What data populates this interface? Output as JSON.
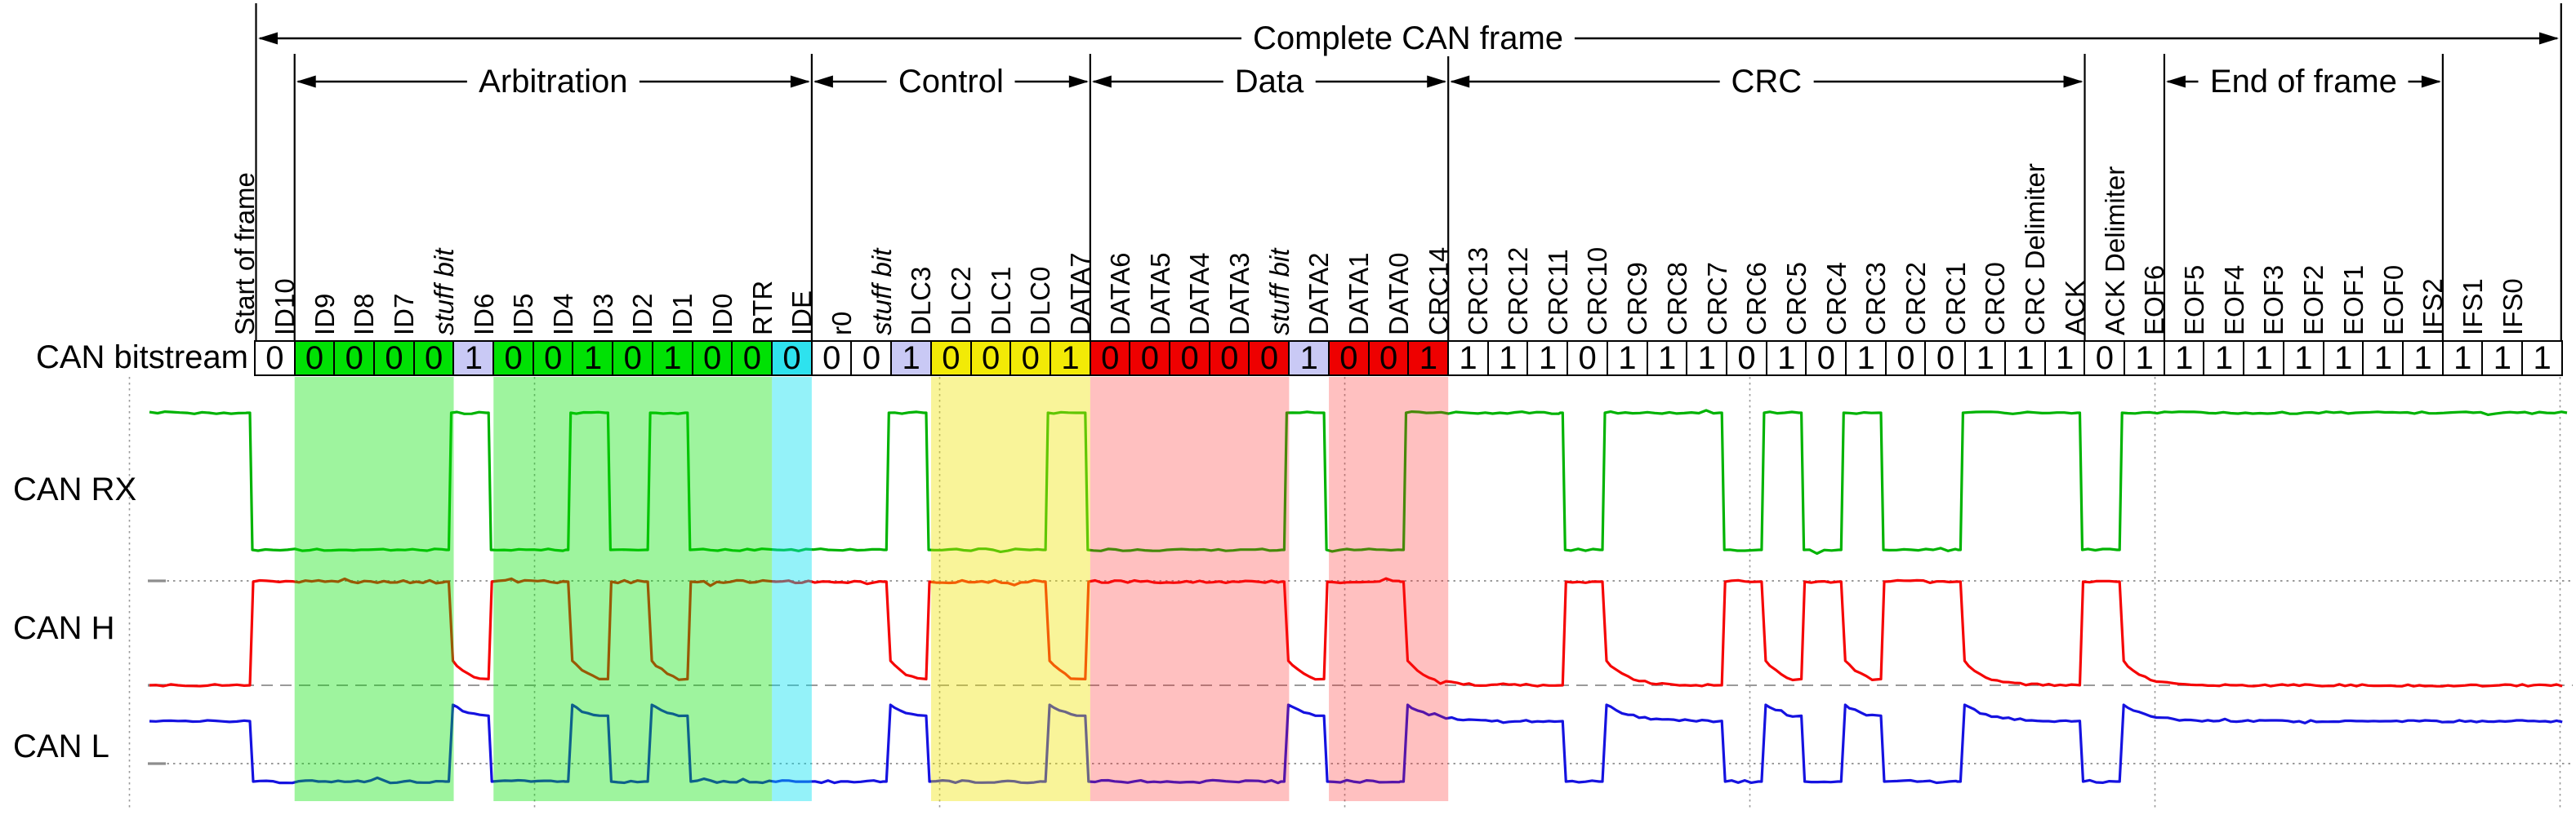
{
  "header": {
    "complete_frame_label": "Complete CAN frame",
    "sections": [
      {
        "label": "Arbitration",
        "from_cell": 1,
        "to_cell": 14
      },
      {
        "label": "Control",
        "from_cell": 14,
        "to_cell": 21
      },
      {
        "label": "Data",
        "from_cell": 21,
        "to_cell": 30
      },
      {
        "label": "CRC",
        "from_cell": 30,
        "to_cell": 46
      },
      {
        "label": "End of frame",
        "from_cell": 48,
        "to_cell": 55
      }
    ]
  },
  "row_labels": {
    "bitstream": "CAN bitstream",
    "rx": "CAN RX",
    "h": "CAN H",
    "l": "CAN L"
  },
  "colors": {
    "green": "#00e104",
    "purple": "#c9c9f5",
    "cyan": "#2ee2ee",
    "yellow": "#f2ea06",
    "red": "#ee0000",
    "white": "#ffffff",
    "band_green": "rgba(0,225,0,0.38)",
    "band_cyan": "rgba(0,225,240,0.42)",
    "band_yellow": "rgba(240,228,0,0.40)",
    "band_red": "rgba(255,30,30,0.28)",
    "trace_rx": "#00b303",
    "trace_h": "#f50505",
    "trace_l": "#1512e0",
    "grid": "#9a9a9a"
  },
  "bits": [
    {
      "label": "Start of frame",
      "value": "0",
      "color": "white",
      "tall": true
    },
    {
      "label": "ID10",
      "value": "0",
      "color": "green"
    },
    {
      "label": "ID9",
      "value": "0",
      "color": "green"
    },
    {
      "label": "ID8",
      "value": "0",
      "color": "green"
    },
    {
      "label": "ID7",
      "value": "0",
      "color": "green"
    },
    {
      "label": "stuff bit",
      "value": "1",
      "color": "purple",
      "italic": true
    },
    {
      "label": "ID6",
      "value": "0",
      "color": "green"
    },
    {
      "label": "ID5",
      "value": "0",
      "color": "green"
    },
    {
      "label": "ID4",
      "value": "1",
      "color": "green"
    },
    {
      "label": "ID3",
      "value": "0",
      "color": "green"
    },
    {
      "label": "ID2",
      "value": "1",
      "color": "green"
    },
    {
      "label": "ID1",
      "value": "0",
      "color": "green"
    },
    {
      "label": "ID0",
      "value": "0",
      "color": "green"
    },
    {
      "label": "RTR",
      "value": "0",
      "color": "cyan"
    },
    {
      "label": "IDE",
      "value": "0",
      "color": "white"
    },
    {
      "label": "r0",
      "value": "0",
      "color": "white"
    },
    {
      "label": "stuff bit",
      "value": "1",
      "color": "purple",
      "italic": true
    },
    {
      "label": "DLC3",
      "value": "0",
      "color": "yellow"
    },
    {
      "label": "DLC2",
      "value": "0",
      "color": "yellow"
    },
    {
      "label": "DLC1",
      "value": "0",
      "color": "yellow"
    },
    {
      "label": "DLC0",
      "value": "1",
      "color": "yellow"
    },
    {
      "label": "DATA7",
      "value": "0",
      "color": "red"
    },
    {
      "label": "DATA6",
      "value": "0",
      "color": "red"
    },
    {
      "label": "DATA5",
      "value": "0",
      "color": "red"
    },
    {
      "label": "DATA4",
      "value": "0",
      "color": "red"
    },
    {
      "label": "DATA3",
      "value": "0",
      "color": "red"
    },
    {
      "label": "stuff bit",
      "value": "1",
      "color": "purple",
      "italic": true
    },
    {
      "label": "DATA2",
      "value": "0",
      "color": "red"
    },
    {
      "label": "DATA1",
      "value": "0",
      "color": "red"
    },
    {
      "label": "DATA0",
      "value": "1",
      "color": "red"
    },
    {
      "label": "CRC14",
      "value": "1",
      "color": "white"
    },
    {
      "label": "CRC13",
      "value": "1",
      "color": "white"
    },
    {
      "label": "CRC12",
      "value": "1",
      "color": "white"
    },
    {
      "label": "CRC11",
      "value": "0",
      "color": "white"
    },
    {
      "label": "CRC10",
      "value": "1",
      "color": "white"
    },
    {
      "label": "CRC9",
      "value": "1",
      "color": "white"
    },
    {
      "label": "CRC8",
      "value": "1",
      "color": "white"
    },
    {
      "label": "CRC7",
      "value": "0",
      "color": "white"
    },
    {
      "label": "CRC6",
      "value": "1",
      "color": "white"
    },
    {
      "label": "CRC5",
      "value": "0",
      "color": "white"
    },
    {
      "label": "CRC4",
      "value": "1",
      "color": "white"
    },
    {
      "label": "CRC3",
      "value": "0",
      "color": "white"
    },
    {
      "label": "CRC2",
      "value": "0",
      "color": "white"
    },
    {
      "label": "CRC1",
      "value": "1",
      "color": "white"
    },
    {
      "label": "CRC0",
      "value": "1",
      "color": "white"
    },
    {
      "label": "CRC Delimiter",
      "value": "1",
      "color": "white",
      "tall": true
    },
    {
      "label": "ACK",
      "value": "0",
      "color": "white"
    },
    {
      "label": "ACK Delimiter",
      "value": "1",
      "color": "white",
      "tall": true
    },
    {
      "label": "EOF6",
      "value": "1",
      "color": "white"
    },
    {
      "label": "EOF5",
      "value": "1",
      "color": "white"
    },
    {
      "label": "EOF4",
      "value": "1",
      "color": "white"
    },
    {
      "label": "EOF3",
      "value": "1",
      "color": "white"
    },
    {
      "label": "EOF2",
      "value": "1",
      "color": "white"
    },
    {
      "label": "EOF1",
      "value": "1",
      "color": "white"
    },
    {
      "label": "EOF0",
      "value": "1",
      "color": "white"
    },
    {
      "label": "IFS2",
      "value": "1",
      "color": "white"
    },
    {
      "label": "IFS1",
      "value": "1",
      "color": "white"
    },
    {
      "label": "IFS0",
      "value": "1",
      "color": "white"
    }
  ],
  "bands": [
    {
      "from_cell": 1,
      "to_cell": 5,
      "color": "band_green"
    },
    {
      "from_cell": 6,
      "to_cell": 13,
      "color": "band_green"
    },
    {
      "from_cell": 13,
      "to_cell": 14,
      "color": "band_cyan"
    },
    {
      "from_cell": 17,
      "to_cell": 21,
      "color": "band_yellow"
    },
    {
      "from_cell": 21,
      "to_cell": 26,
      "color": "band_red"
    },
    {
      "from_cell": 27,
      "to_cell": 30,
      "color": "band_red"
    }
  ],
  "chart_data": {
    "type": "digital-timing",
    "title": "Complete CAN frame",
    "bitstream": [
      0,
      0,
      0,
      0,
      0,
      1,
      0,
      0,
      1,
      0,
      1,
      0,
      0,
      0,
      0,
      0,
      1,
      0,
      0,
      0,
      1,
      0,
      0,
      0,
      0,
      0,
      1,
      0,
      0,
      1,
      1,
      1,
      1,
      0,
      1,
      1,
      1,
      0,
      1,
      0,
      1,
      0,
      0,
      1,
      1,
      1,
      0,
      1,
      1,
      1,
      1,
      1,
      1,
      1,
      1,
      1,
      1,
      1
    ],
    "waveform_rows": [
      "CAN RX",
      "CAN H",
      "CAN L"
    ],
    "frame_fields": {
      "start_of_frame": "0",
      "identifier_id10_to_id0": "00000010100",
      "rtr": "0",
      "ide": "0",
      "r0": "0",
      "dlc": "0001",
      "data_byte": "00000001",
      "crc14_to_crc0": "111011101010011",
      "crc_delimiter": "1",
      "ack": "0",
      "ack_delimiter": "1",
      "eof": "1111111",
      "ifs": "111",
      "stuff_bits": [
        "after ID7 = 1",
        "after r0 = 1",
        "after DATA3 = 1"
      ]
    }
  }
}
